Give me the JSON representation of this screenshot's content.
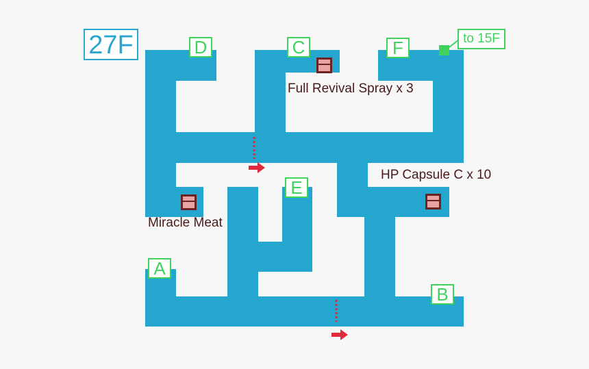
{
  "floor": {
    "label": "27F"
  },
  "markers": {
    "a": "A",
    "b": "B",
    "c": "C",
    "d": "D",
    "e": "E",
    "f": "F"
  },
  "exit": {
    "label": "to 15F"
  },
  "items": {
    "full_revival": "Full Revival Spray x 3",
    "hp_capsule": "HP Capsule C x 10",
    "miracle_meat": "Miracle Meat"
  },
  "colors": {
    "corridor": "#24a6cf",
    "marker": "#3fd25c",
    "door": "#e02a3b",
    "chest": "#7a2a2a",
    "background": "#f7f7f7"
  }
}
